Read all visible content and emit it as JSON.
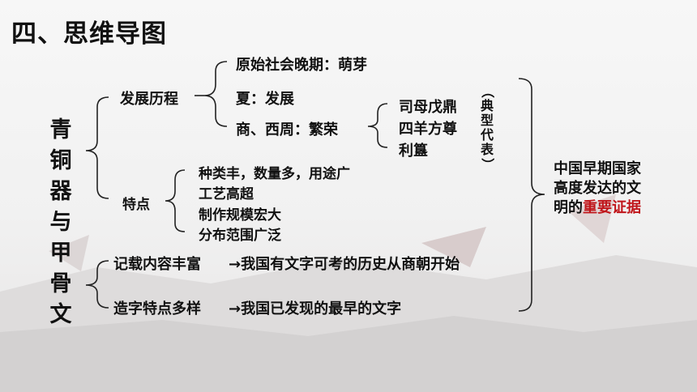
{
  "title": "四、思维导图",
  "main_topic": [
    "青",
    "铜",
    "器",
    "与",
    "甲",
    "骨",
    "文"
  ],
  "development": {
    "label": "发展历程",
    "stages": [
      "原始社会晚期：萌芽",
      "夏：发展",
      "商、西周：繁荣"
    ],
    "examples": [
      "司母戊鼎",
      "四羊方尊",
      "利簋"
    ],
    "examples_note": [
      "（",
      "典",
      "型",
      "代",
      "表",
      "）"
    ]
  },
  "features": {
    "label": "特点",
    "items": [
      "种类丰，数量多，用途广",
      "工艺高超",
      "制作规模宏大",
      "分布范围广泛"
    ]
  },
  "oracle": [
    {
      "label": "记载内容丰富",
      "result": "→我国有文字可考的历史从商朝开始"
    },
    {
      "label": "造字特点多样",
      "result": "→我国已发现的最早的文字"
    }
  ],
  "conclusion": {
    "prefix": "中国早期国家高度发达的文明的",
    "highlight": "重要证据",
    "highlight_color": "#c0161b"
  }
}
